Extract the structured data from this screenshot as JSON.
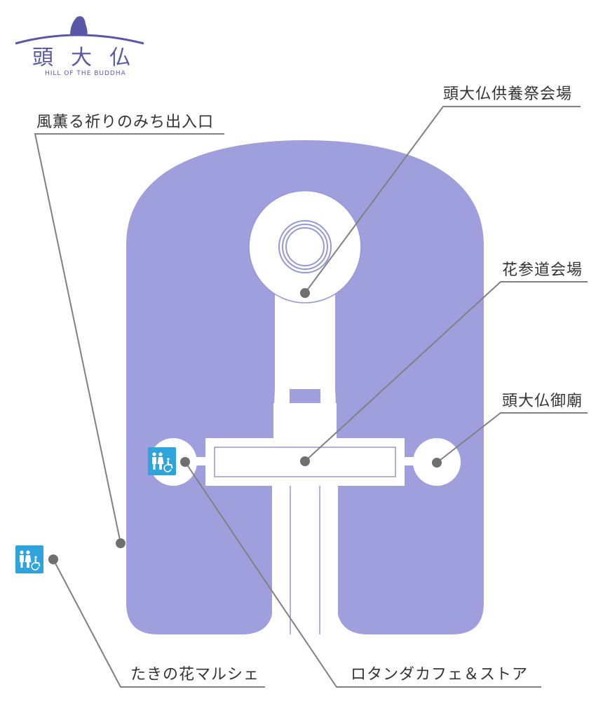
{
  "logo": {
    "kanji": "頭大仏",
    "subtitle": "HILL OF THE BUDDHA"
  },
  "labels": {
    "entrance": "風薫る祈りのみち出入口",
    "memorial_venue": "頭大仏供養祭会場",
    "flower_path_venue": "花参道会場",
    "mausoleum": "頭大仏御廟",
    "marche": "たきの花マルシェ",
    "rotunda": "ロタンダカフェ＆ストア"
  },
  "icons": [
    "restroom-icon",
    "restroom-icon"
  ],
  "colors": {
    "area_fill": "#a09fde",
    "area_stroke": "#9896d8",
    "leader_line": "#808080",
    "marker": "#6f6f6f",
    "restroom": "#2ea3dc",
    "logo": "#5b57a8"
  }
}
